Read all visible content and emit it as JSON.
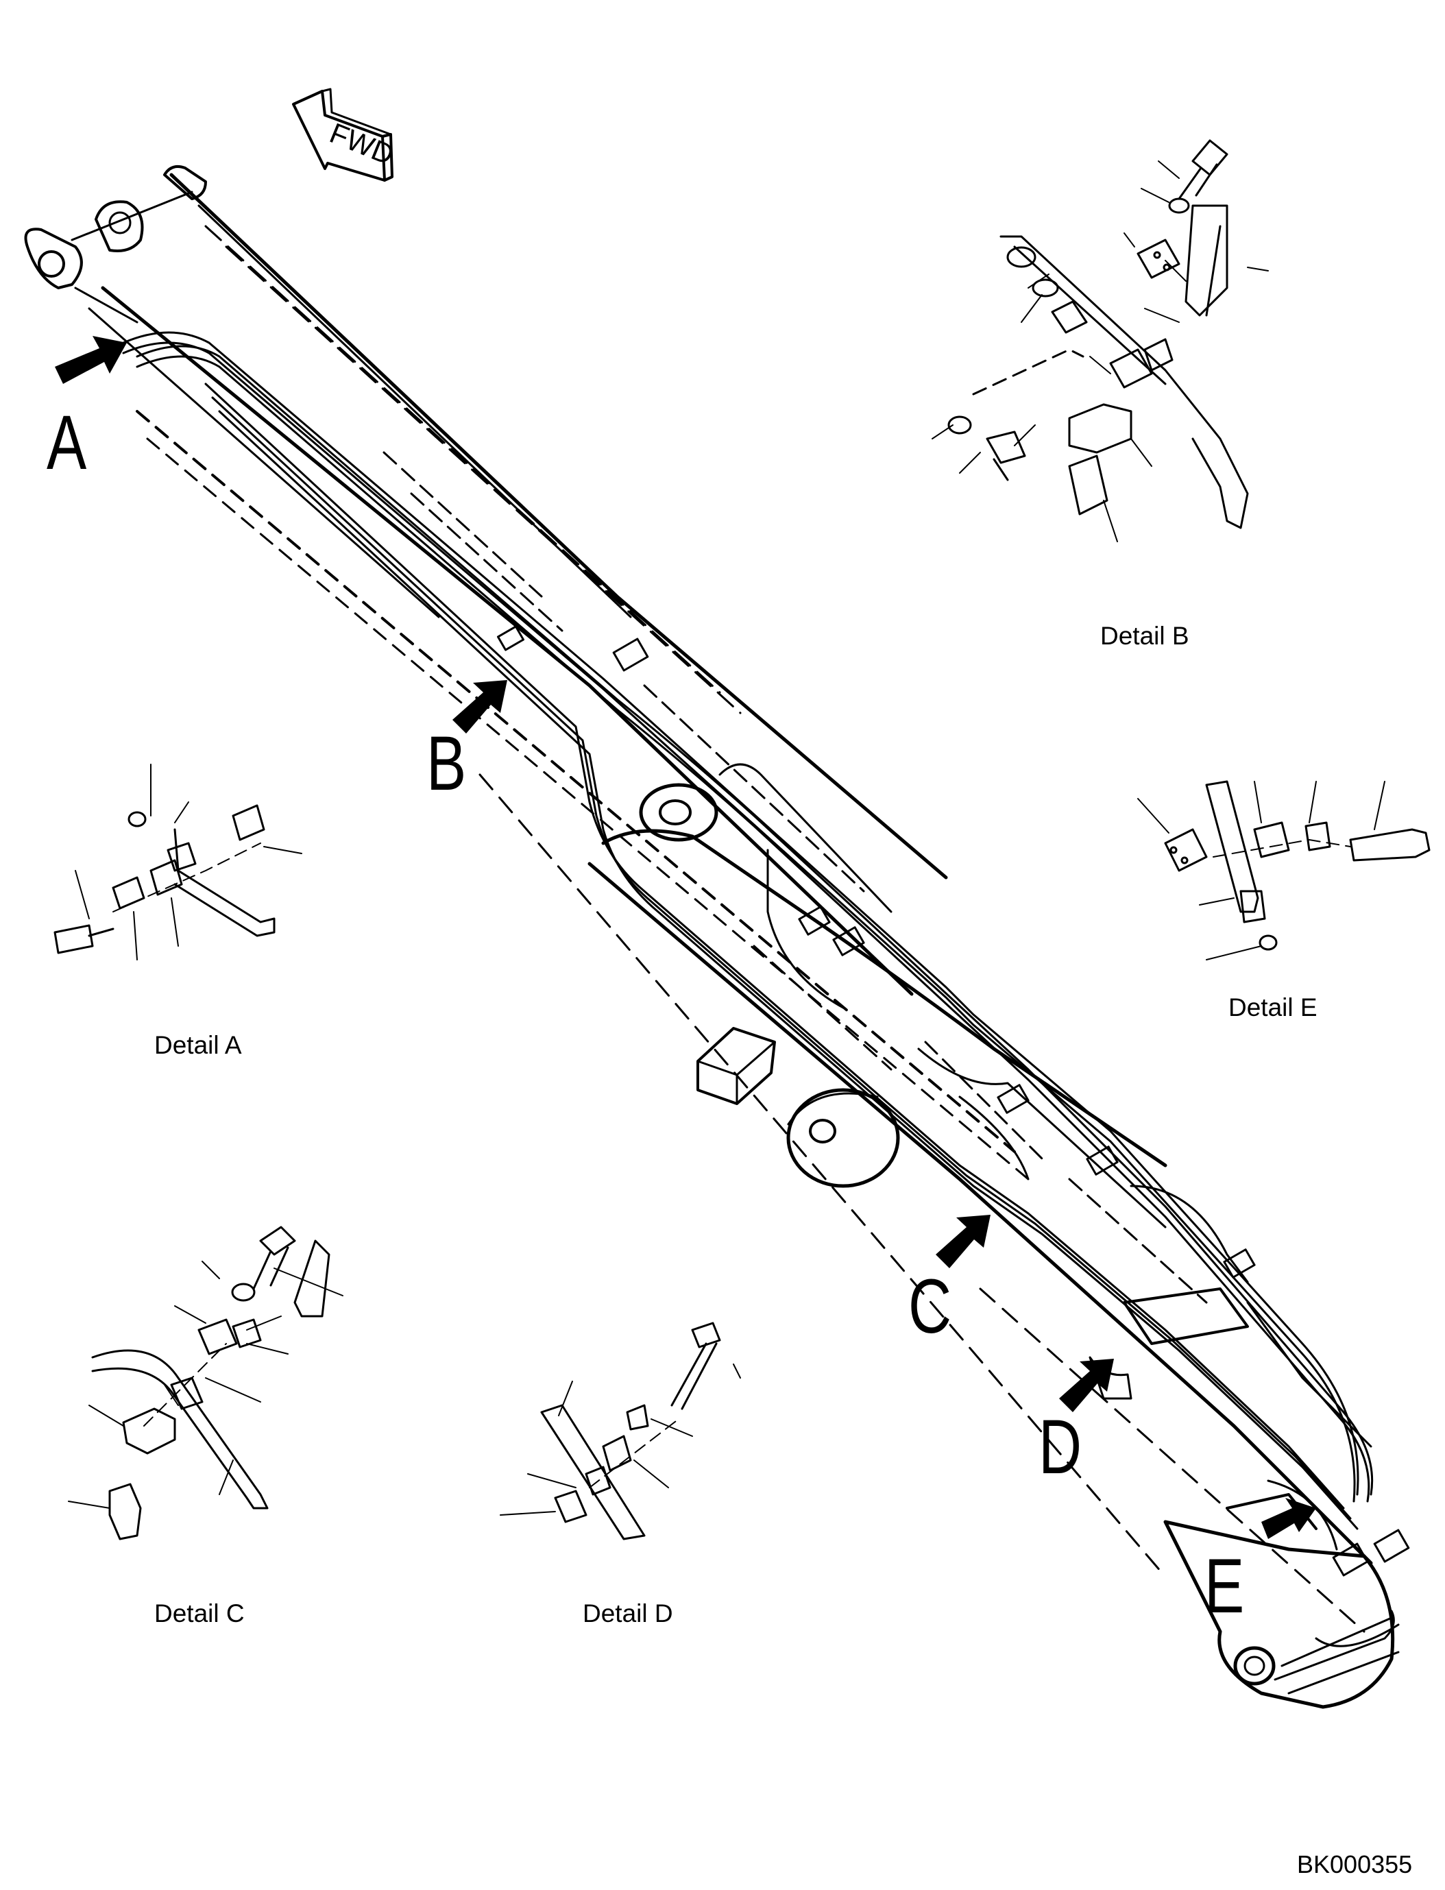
{
  "figure": {
    "fwd_label": "FWD",
    "document_code": "BK000355",
    "callouts": [
      "A",
      "B",
      "C",
      "D",
      "E"
    ],
    "detail_titles": {
      "a": "Detail A",
      "b": "Detail B",
      "c": "Detail C",
      "d": "Detail D",
      "e": "Detail E"
    }
  },
  "style": {
    "ink": "#000000",
    "paper": "#ffffff"
  },
  "icons": {
    "fwd": "fwd-direction-arrow-icon",
    "callout_arrow": "callout-arrow-icon",
    "bolt": "bolt-icon",
    "washer": "washer-icon",
    "clamp": "clamp-bracket-icon",
    "block": "clamp-block-icon",
    "pipe": "hydraulic-pipe-icon"
  }
}
